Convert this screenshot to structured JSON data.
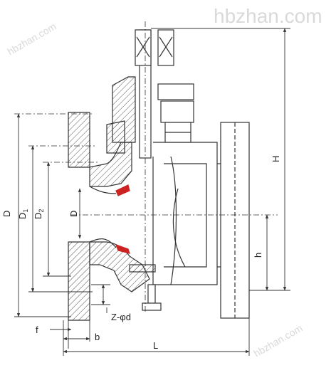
{
  "watermarks": {
    "top_right": "hbzhan.com",
    "top_left": "hbzhan.com",
    "bottom_right": "hbzhan.com"
  },
  "dimensions": {
    "D": "D",
    "D1_main": "D",
    "D1_sub": "1",
    "D2_main": "D",
    "D2_sub": "2",
    "d": "D",
    "H": "H",
    "h": "h",
    "L": "L",
    "f": "f",
    "b": "b",
    "holes": "Z-φd"
  },
  "colors": {
    "line": "#333333",
    "seal": "#cc2222",
    "hatch": "#555555"
  }
}
